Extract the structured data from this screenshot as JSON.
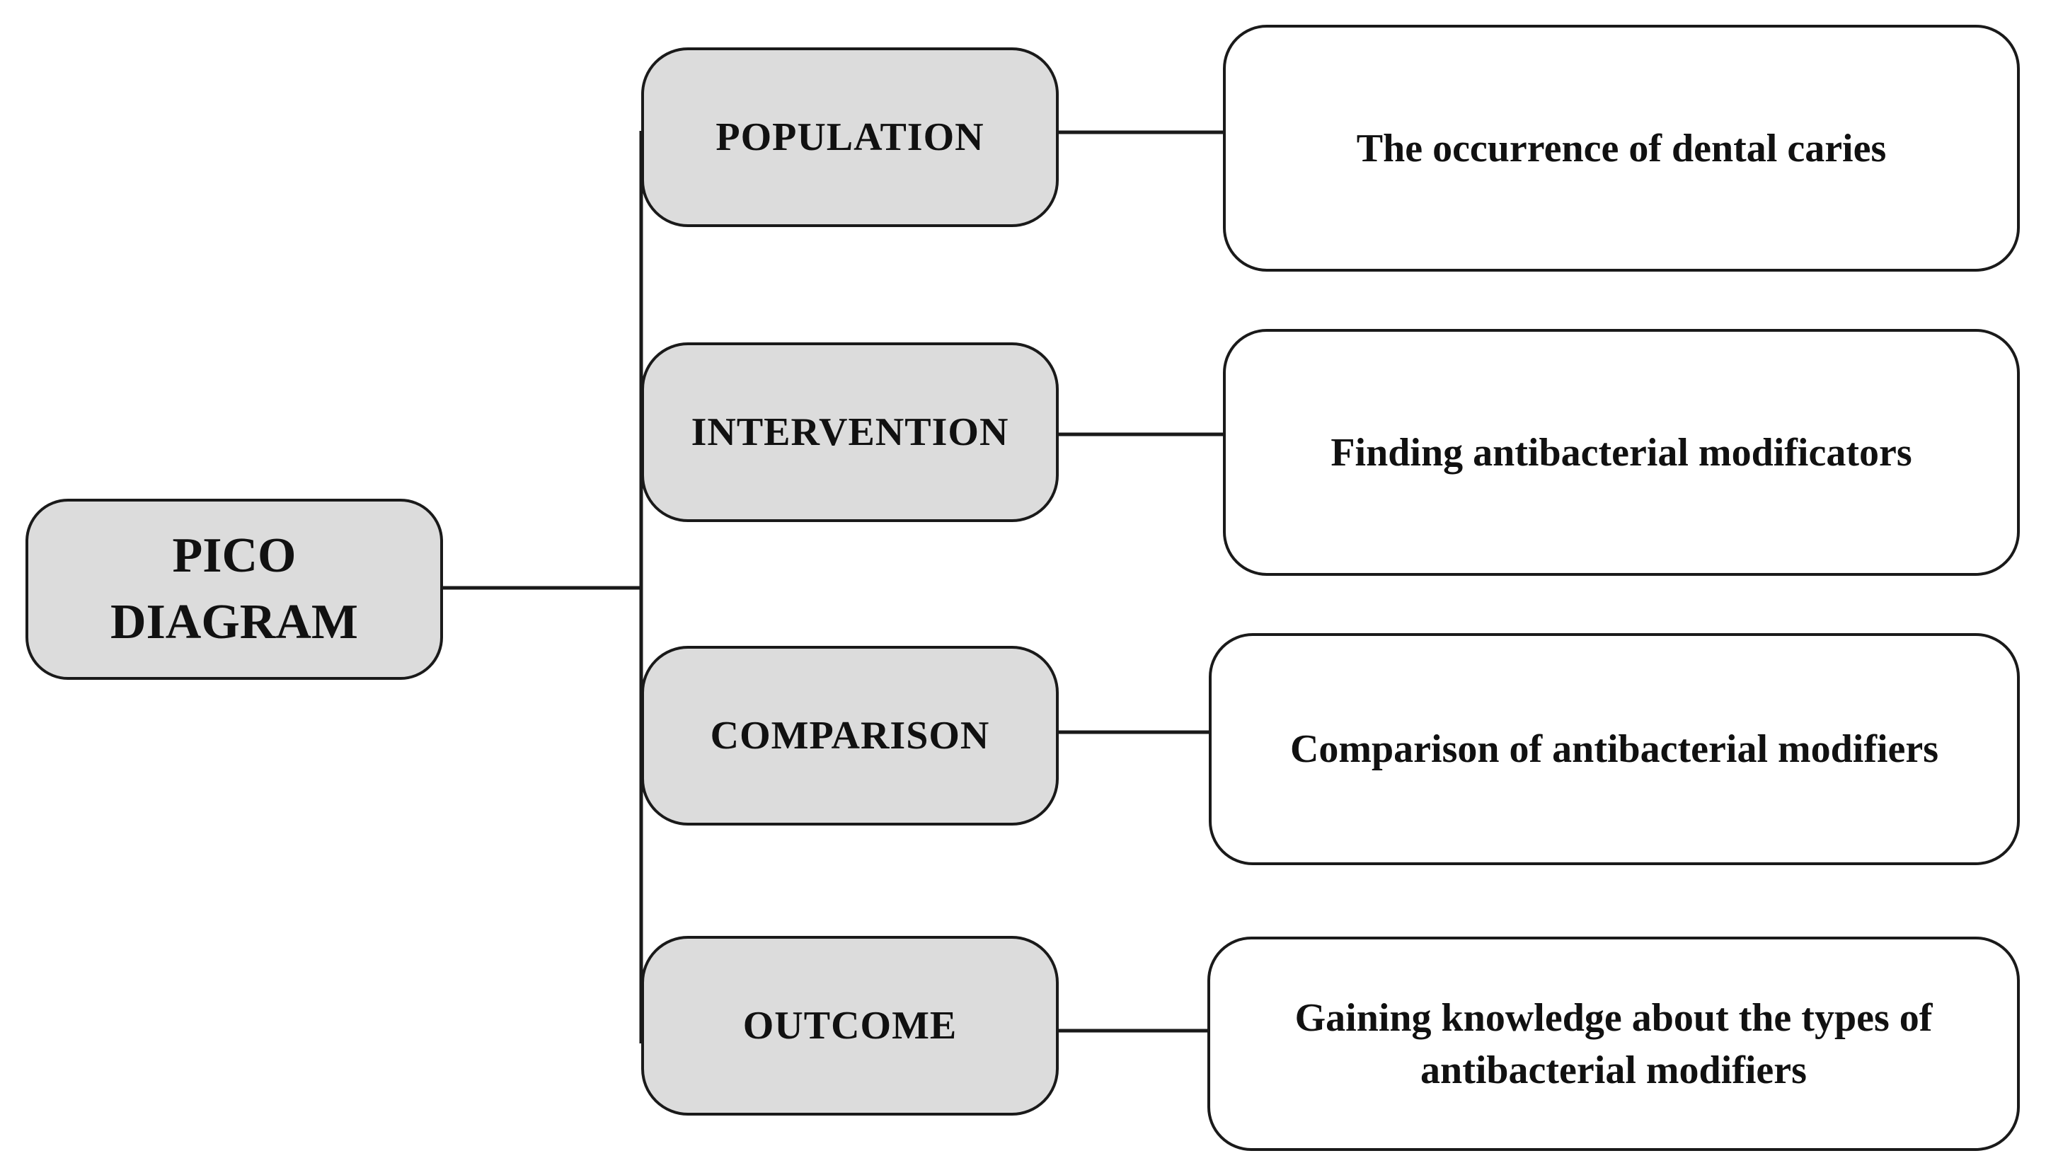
{
  "diagram": {
    "root": {
      "label": "PICO\nDIAGRAM"
    },
    "categories": [
      {
        "label": "POPULATION",
        "detail": "The occurrence of dental caries"
      },
      {
        "label": "INTERVENTION",
        "detail": "Finding antibacterial modificators"
      },
      {
        "label": "COMPARISON",
        "detail": "Comparison of antibacterial modifiers"
      },
      {
        "label": "OUTCOME",
        "detail": "Gaining knowledge about the types of\nantibacterial modifiers"
      }
    ]
  }
}
